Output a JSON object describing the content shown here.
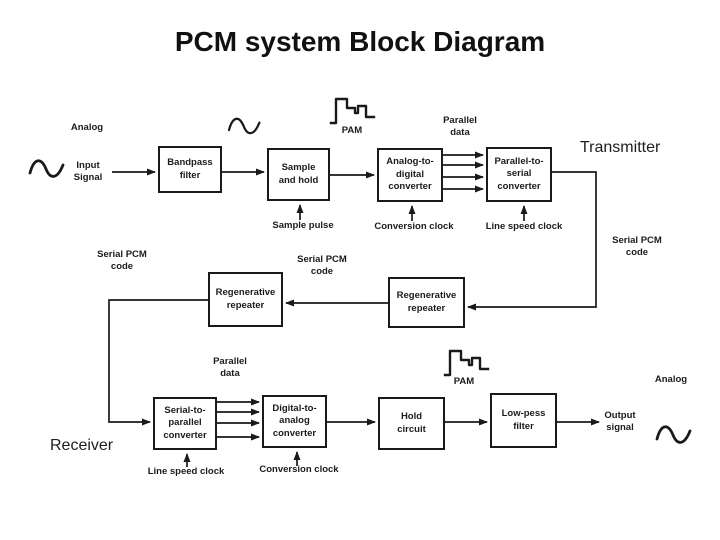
{
  "title": "PCM system Block Diagram",
  "sections": {
    "transmitter": "Transmitter",
    "receiver": "Receiver"
  },
  "blocks": {
    "bandpass": "Bandpass\nfilter",
    "sample_hold": "Sample\nand hold",
    "adc": "Analog-to-\ndigital\nconverter",
    "p2s": "Parallel-to-\nserial\nconverter",
    "regen1": "Regenerative\nrepeater",
    "regen2": "Regenerative\nrepeater",
    "s2p": "Serial-to-\nparallel\nconverter",
    "dac": "Digital-to-\nanalog\nconverter",
    "hold": "Hold\ncircuit",
    "lowpass": "Low-pess\nfilter"
  },
  "labels": {
    "analog_in": "Analog",
    "input_signal": "Input\nSignal",
    "pam_top": "PAM",
    "parallel_data_top": "Parallel\ndata",
    "sample_pulse": "Sample pulse",
    "conversion_clock_tx": "Conversion clock",
    "line_speed_clock_tx": "Line speed clock",
    "serial_pcm_left": "Serial PCM\ncode",
    "serial_pcm_mid": "Serial PCM\ncode",
    "serial_pcm_right": "Serial PCM\ncode",
    "parallel_data_rx": "Parallel\ndata",
    "pam_rx": "PAM",
    "line_speed_clock_rx": "Line speed clock",
    "conversion_clock_rx": "Conversion clock",
    "output_signal": "Output\nsignal",
    "analog_out": "Analog"
  },
  "icons": {
    "input_wave": "sine-wave",
    "intermediate_wave": "sine-wave",
    "output_wave": "sine-wave",
    "pam_waveform_top": "pam-staircase",
    "pam_waveform_bottom": "pam-staircase"
  },
  "colors": {
    "ink": "#1a1a1a",
    "background": "#ffffff"
  }
}
